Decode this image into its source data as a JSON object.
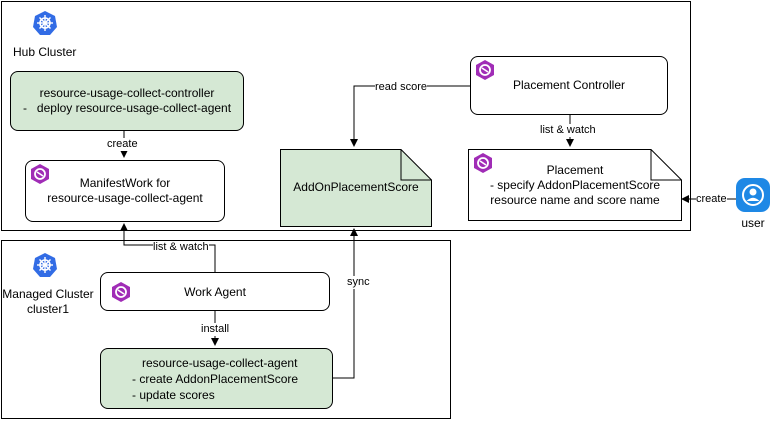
{
  "hub": {
    "label": "Hub Cluster"
  },
  "managed": {
    "label_line1": "Managed Cluster",
    "label_line2": "cluster1"
  },
  "controller_box": {
    "line1": "resource-usage-collect-controller",
    "line2": "-   deploy resource-usage-collect-agent"
  },
  "manifestwork_box": {
    "line1": "ManifestWork for",
    "line2": "resource-usage-collect-agent"
  },
  "addon_score_box": {
    "label": "AddOnPlacementScore"
  },
  "placement_controller_box": {
    "label": "Placement Controller"
  },
  "placement_box": {
    "line1": "Placement",
    "line2": "- specify AddonPlacementScore",
    "line3": "resource name and score name"
  },
  "work_agent_box": {
    "label": "Work Agent"
  },
  "agent_box": {
    "line1": "resource-usage-collect-agent",
    "line2": "- create AddonPlacementScore",
    "line3": "- update scores"
  },
  "user": {
    "label": "user"
  },
  "edges": {
    "create": "create",
    "list_watch_hub": "list & watch",
    "read_score": "read score",
    "list_watch_placement": "list & watch",
    "sync": "sync",
    "install": "install",
    "user_create": "create"
  },
  "colors": {
    "green_fill": "#d5e8d4",
    "k8s_blue": "#326ce5",
    "ocm_purple": "#a02cb6",
    "user_blue": "#1e88e5"
  },
  "icons": [
    "kubernetes-icon",
    "ocm-icon",
    "user-icon"
  ]
}
